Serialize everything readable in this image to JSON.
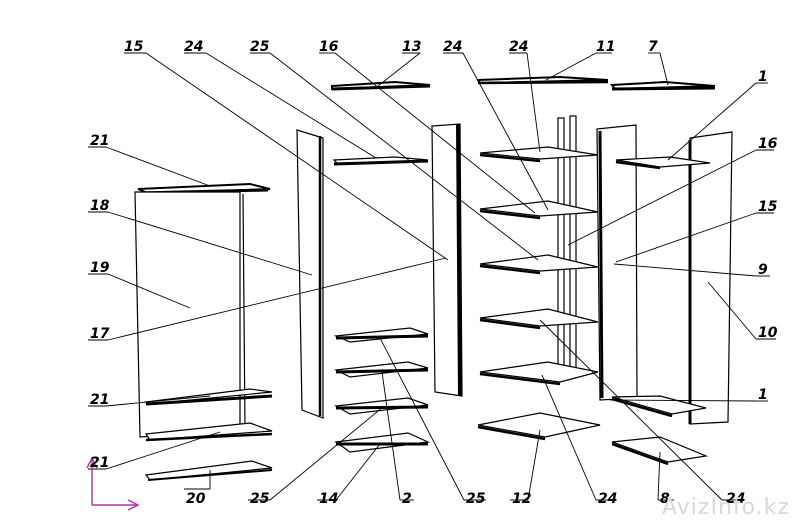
{
  "labels": {
    "l15a": "15",
    "l24a": "24",
    "l25a": "25",
    "l16a": "16",
    "l13": "13",
    "l24b": "24",
    "l24c": "24",
    "l11": "11",
    "l7": "7",
    "l1a": "1",
    "l16b": "16",
    "l15b": "15",
    "l9": "9",
    "l10": "10",
    "l1b": "1",
    "l21a": "21",
    "l18": "18",
    "l19": "19",
    "l17": "17",
    "l21b": "21",
    "l21c": "21",
    "l20": "20",
    "l25b": "25",
    "l14": "14",
    "l2": "2",
    "l25c": "25",
    "l12": "12",
    "l24d": "24",
    "l8": "8",
    "l24e": "24"
  },
  "watermark": "AvizInfo.kz"
}
